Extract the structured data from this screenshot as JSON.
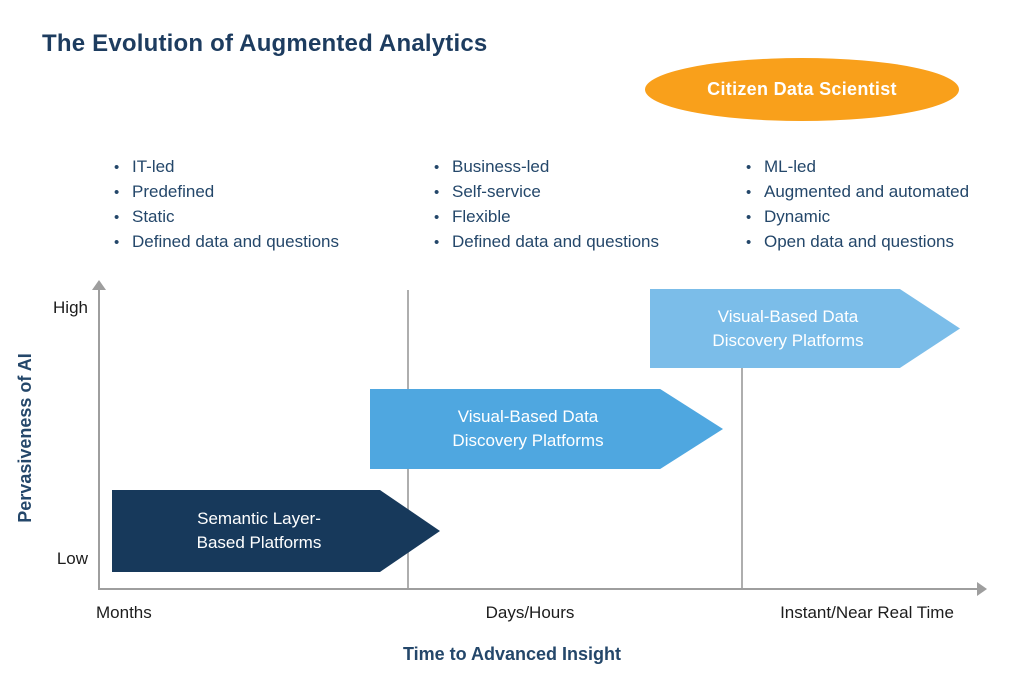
{
  "page": {
    "title": "The Evolution of Augmented Analytics"
  },
  "badge": {
    "label": "Citizen Data Scientist",
    "color": "#f9a01b"
  },
  "bullet_char": "•",
  "columns": [
    {
      "items": [
        "IT-led",
        "Predefined",
        "Static",
        "Defined data and questions"
      ]
    },
    {
      "items": [
        "Business-led",
        "Self-service",
        "Flexible",
        "Defined data and questions"
      ]
    },
    {
      "items": [
        "ML-led",
        "Augmented and automated",
        "Dynamic",
        "Open data and questions"
      ]
    }
  ],
  "chart": {
    "y_axis": {
      "title": "Pervasiveness of AI",
      "top_label": "High",
      "bottom_label": "Low"
    },
    "x_axis": {
      "title": "Time to Advanced Insight",
      "tick_labels": [
        "Months",
        "Days/Hours",
        "Instant/Near Real Time"
      ]
    },
    "arrows": [
      {
        "label_lines": [
          "Semantic Layer-",
          "Based Platforms"
        ],
        "color": "#17395b"
      },
      {
        "label_lines": [
          "Visual-Based Data",
          "Discovery Platforms"
        ],
        "color": "#4fa7e0"
      },
      {
        "label_lines": [
          "Visual-Based Data",
          "Discovery Platforms"
        ],
        "color": "#7bbde9"
      }
    ]
  },
  "colors": {
    "title_text": "#1d3c5f",
    "body_text": "#24476a",
    "axis_gray": "#9e9e9e",
    "badge_orange": "#f9a01b",
    "arrow_navy": "#17395b",
    "arrow_blue": "#4fa7e0",
    "arrow_light_blue": "#7bbde9"
  },
  "chart_data": {
    "type": "diagram",
    "title": "The Evolution of Augmented Analytics",
    "xlabel": "Time to Advanced Insight",
    "ylabel": "Pervasiveness of AI",
    "x_ticks": [
      "Months",
      "Days/Hours",
      "Instant/Near Real Time"
    ],
    "y_ticks": [
      "Low",
      "High"
    ],
    "annotations": [
      "Citizen Data Scientist"
    ],
    "series": [
      {
        "name": "Semantic Layer-Based Platforms",
        "pervasiveness_of_ai": "low",
        "time_to_insight": "Months"
      },
      {
        "name": "Visual-Based Data Discovery Platforms",
        "pervasiveness_of_ai": "medium",
        "time_to_insight": "Days/Hours"
      },
      {
        "name": "Visual-Based Data Discovery Platforms",
        "pervasiveness_of_ai": "high",
        "time_to_insight": "Instant/Near Real Time"
      }
    ]
  }
}
